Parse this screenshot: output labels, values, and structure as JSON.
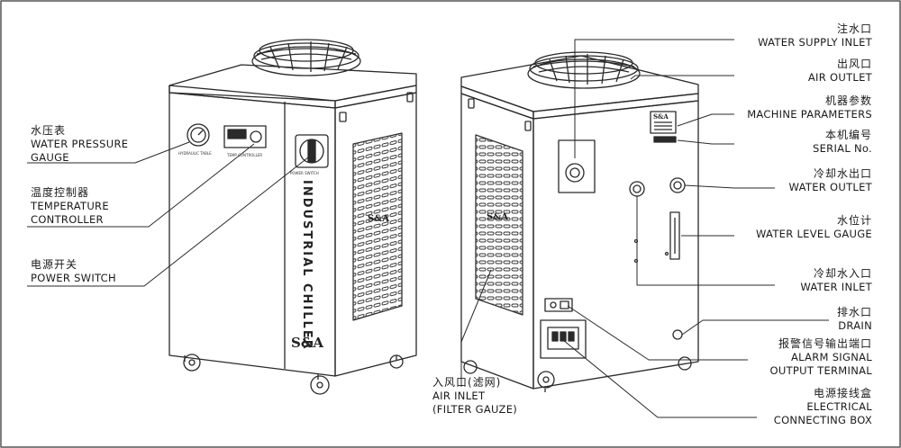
{
  "product": {
    "brand_logo": "S&A",
    "front_vertical_text": "INDUSTRIAL CHILLER",
    "small_labels": {
      "pressure": "HYDRAULIC TABLE",
      "controller": "TEMP CONTROLLER",
      "power": "POWER SWITCH"
    }
  },
  "labels_left": [
    {
      "id": "water-pressure-gauge",
      "cn": "水压表",
      "en": [
        "WATER PRESSURE",
        "GAUGE"
      ]
    },
    {
      "id": "temperature-controller",
      "cn": "温度控制器",
      "en": [
        "TEMPERATURE",
        "CONTROLLER"
      ]
    },
    {
      "id": "power-switch",
      "cn": "电源开关",
      "en": [
        "POWER SWITCH"
      ]
    }
  ],
  "labels_right": [
    {
      "id": "water-supply-inlet",
      "cn": "注水口",
      "en": [
        "WATER SUPPLY INLET"
      ]
    },
    {
      "id": "air-outlet",
      "cn": "出风口",
      "en": [
        "AIR OUTLET"
      ]
    },
    {
      "id": "machine-parameters",
      "cn": "机器参数",
      "en": [
        "MACHINE PARAMETERS"
      ]
    },
    {
      "id": "serial-no",
      "cn": "本机编号",
      "en": [
        "SERIAL No."
      ]
    },
    {
      "id": "water-outlet",
      "cn": "冷却水出口",
      "en": [
        "WATER OUTLET"
      ]
    },
    {
      "id": "water-level-gauge",
      "cn": "水位计",
      "en": [
        "WATER LEVEL GAUGE"
      ]
    },
    {
      "id": "water-inlet",
      "cn": "冷却水入口",
      "en": [
        "WATER INLET"
      ]
    },
    {
      "id": "drain",
      "cn": "排水口",
      "en": [
        "DRAIN"
      ]
    },
    {
      "id": "alarm-signal",
      "cn": "报警信号输出端口",
      "en": [
        "ALARM SIGNAL",
        "OUTPUT TERMINAL"
      ]
    },
    {
      "id": "electrical-box",
      "cn": "电源接线盒",
      "en": [
        "ELECTRICAL",
        "CONNECTING BOX"
      ]
    }
  ],
  "labels_bottom": [
    {
      "id": "air-inlet",
      "cn": "入风口(滤网)",
      "en": [
        "AIR INLET",
        "(FILTER GAUZE)"
      ]
    }
  ],
  "colors": {
    "line": "#2a2a2a",
    "frame": "#555555",
    "background": "#ffffff"
  }
}
